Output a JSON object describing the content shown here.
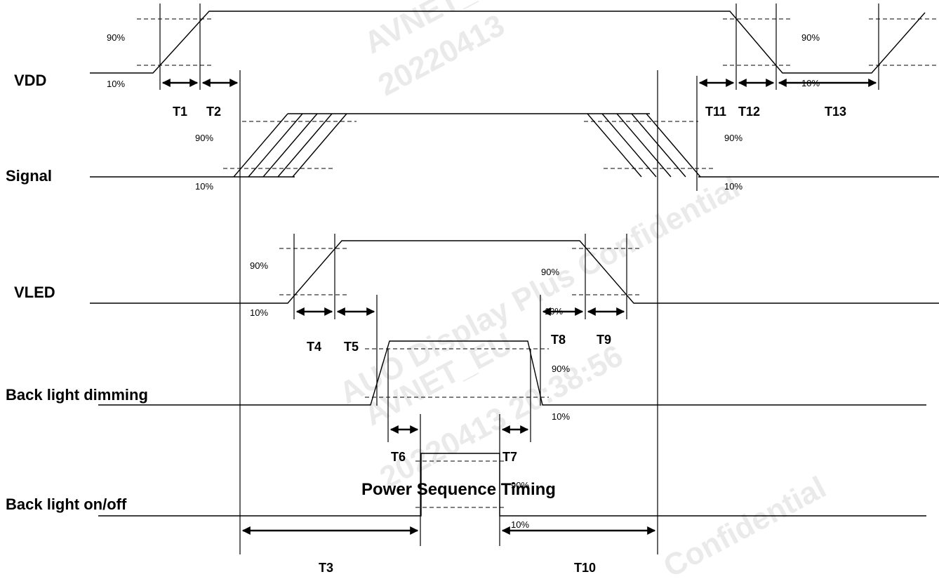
{
  "signals": {
    "vdd": "VDD",
    "signal": "Signal",
    "vled": "VLED",
    "dimming": "Back light dimming",
    "onoff": "Back light on/off"
  },
  "percent": {
    "p90": "90%",
    "p10": "10%"
  },
  "timings": {
    "t1": "T1",
    "t2": "T2",
    "t3": "T3",
    "t4": "T4",
    "t5": "T5",
    "t6": "T6",
    "t7": "T7",
    "t8": "T8",
    "t9": "T9",
    "t10": "T10",
    "t11": "T11",
    "t12": "T12",
    "t13": "T13"
  },
  "caption": "Power Sequence Timing",
  "watermarks": {
    "w1": "AVNET_EU",
    "w2": "20220413",
    "w3": "AUO Display Plus Confidential",
    "w4": "AVNET_EU",
    "w5": "20220413 20:38:56",
    "w6": "Confidential"
  }
}
